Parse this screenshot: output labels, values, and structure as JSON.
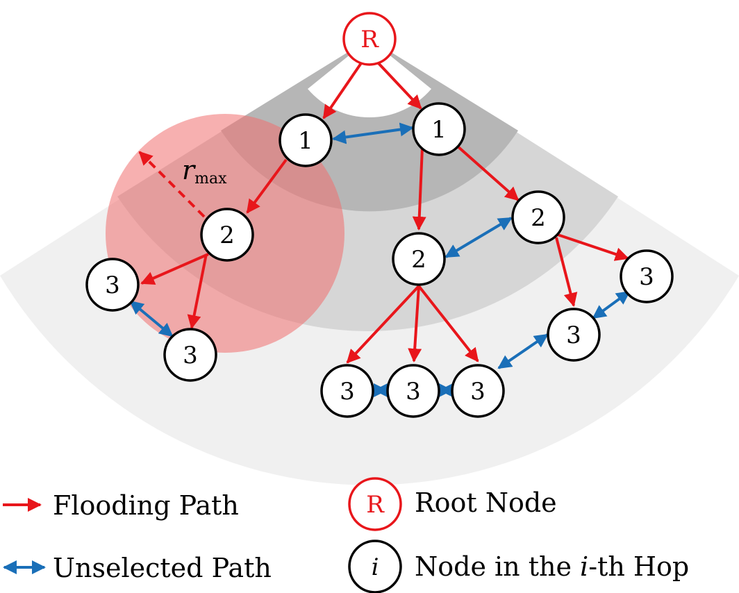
{
  "root": {
    "label": "R"
  },
  "nodes": {
    "n1a": "1",
    "n1b": "1",
    "n2a": "2",
    "n2b": "2",
    "n2c": "2",
    "n3a": "3",
    "n3b": "3",
    "n3c": "3",
    "n3d": "3",
    "n3e": "3",
    "n3f": "3",
    "n3g": "3"
  },
  "range_label": {
    "var": "r",
    "sub": "max"
  },
  "legend": {
    "flooding": "Flooding Path",
    "unselected": "Unselected Path",
    "root_symbol": "R",
    "root_text": "Root Node",
    "hop_symbol": "i",
    "hop_text_before": "Node in the ",
    "hop_text_var": "i",
    "hop_text_after": "-th Hop"
  },
  "colors": {
    "flooding": "#e8161b",
    "unselected": "#1a6fb8",
    "range_disc": "#f08080",
    "band_light": "#ececec",
    "band_mid": "#d4d4d4",
    "band_dark": "#b4b4b4"
  }
}
